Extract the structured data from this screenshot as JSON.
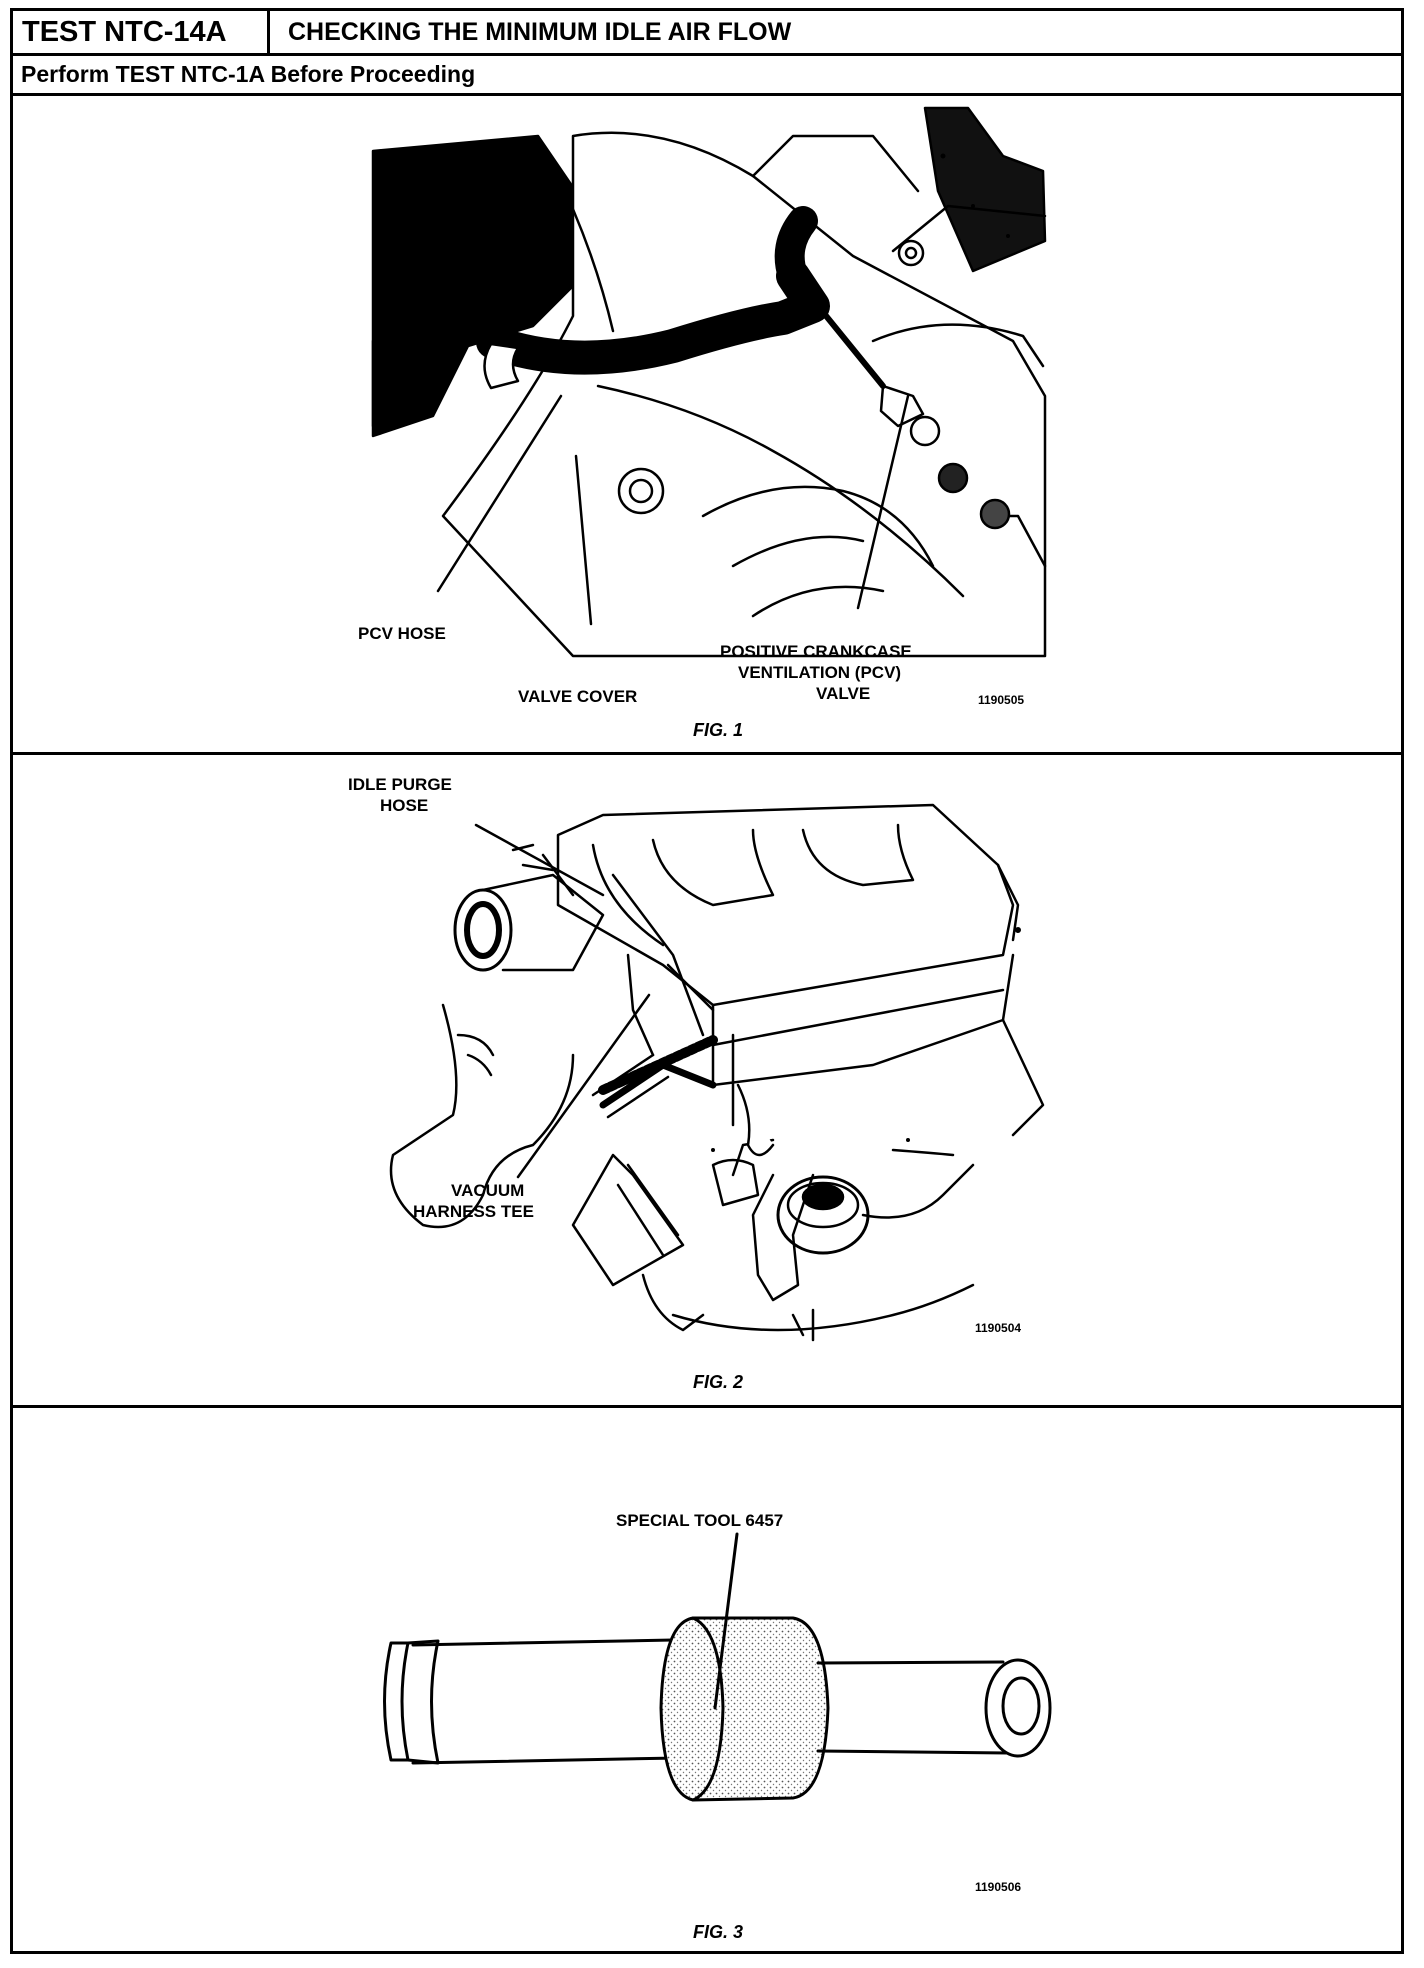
{
  "header": {
    "test_id": "TEST NTC-14A",
    "title": "CHECKING THE MINIMUM IDLE AIR FLOW",
    "prerequisite": "Perform TEST NTC-1A Before Proceeding"
  },
  "figures": [
    {
      "caption": "FIG. 1",
      "image_code": "1190505",
      "labels": {
        "pcv_hose": "PCV HOSE",
        "valve_cover": "VALVE COVER",
        "pcv_valve_line1": "POSITIVE CRANKCASE",
        "pcv_valve_line2": "VENTILATION (PCV)",
        "pcv_valve_line3": "VALVE"
      }
    },
    {
      "caption": "FIG. 2",
      "image_code": "1190504",
      "labels": {
        "idle_purge_line1": "IDLE PURGE",
        "idle_purge_line2": "HOSE",
        "vacuum_tee_line1": "VACUUM",
        "vacuum_tee_line2": "HARNESS TEE"
      }
    },
    {
      "caption": "FIG. 3",
      "image_code": "1190506",
      "labels": {
        "special_tool": "SPECIAL TOOL 6457"
      }
    }
  ]
}
